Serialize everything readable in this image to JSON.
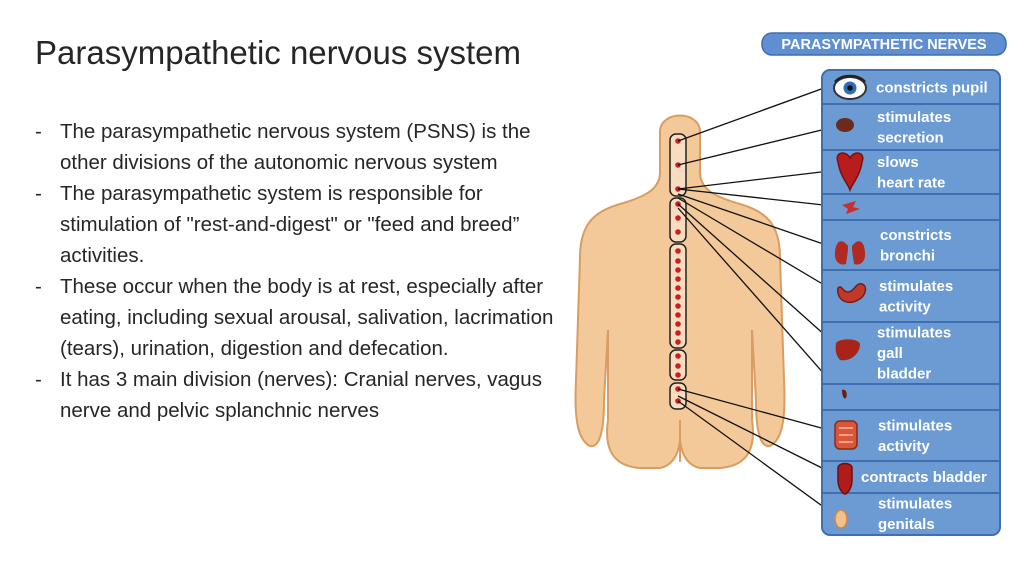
{
  "slide": {
    "title": "Parasympathetic nervous system",
    "bullets": [
      "The parasympathetic nervous system (PSNS) is the other divisions of the autonomic nervous system",
      "The parasympathetic system is responsible for stimulation of \"rest-and-digest\" or \"feed and breed” activities.",
      "These occur when the body is at rest, especially after eating, including sexual arousal, salivation, lacrimation (tears), urination, digestion and defecation.",
      "It has 3 main division (nerves): Cranial nerves, vagus nerve and pelvic splanchnic nerves"
    ],
    "bullet_marker": "-"
  },
  "diagram": {
    "header": "PARASYMPATHETIC NERVES",
    "organs": [
      {
        "icon": "eye-icon",
        "lines": [
          "constricts pupil"
        ]
      },
      {
        "icon": "salivary-gland-icon",
        "lines": [
          "stimulates",
          "secretion"
        ]
      },
      {
        "icon": "heart-icon",
        "lines": [
          "slows",
          "heart rate"
        ]
      },
      {
        "icon": "vessel-icon",
        "lines": []
      },
      {
        "icon": "lungs-icon",
        "lines": [
          "constricts",
          "bronchi"
        ]
      },
      {
        "icon": "stomach-icon",
        "lines": [
          "stimulates",
          " activity"
        ]
      },
      {
        "icon": "liver-icon",
        "lines": [
          "stimulates",
          "gall",
          "bladder"
        ]
      },
      {
        "icon": "pancreas-icon",
        "lines": []
      },
      {
        "icon": "intestine-icon",
        "lines": [
          "stimulates",
          "activity"
        ]
      },
      {
        "icon": "bladder-icon",
        "lines": [
          "contracts bladder"
        ]
      },
      {
        "icon": "genitals-icon",
        "lines": [
          "stimulates",
          "genitals"
        ]
      }
    ],
    "colors": {
      "panel": "#6b9bd2",
      "panel_border": "#3f6fb0",
      "header_bg": "#5f8fd0",
      "body_skin": "#f3c99a",
      "spine_dot": "#cc1f1f",
      "nerve_line": "#111111"
    }
  }
}
